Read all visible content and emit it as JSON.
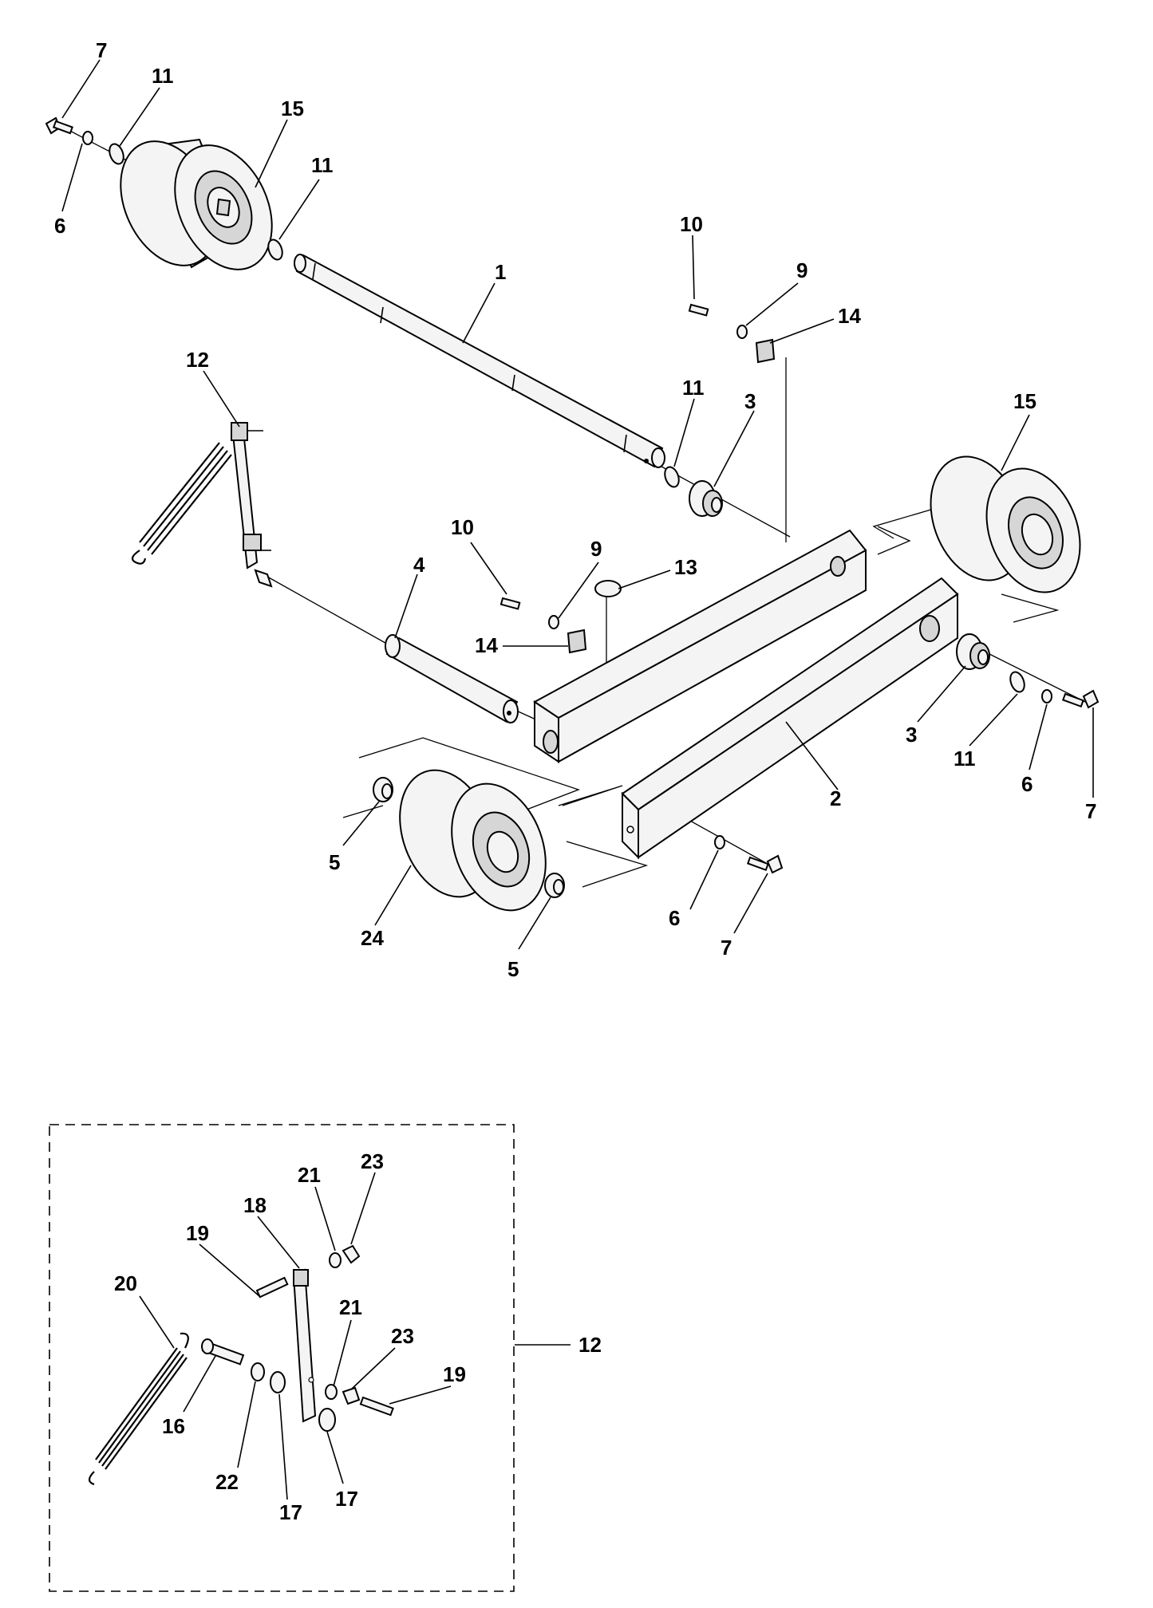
{
  "main_callouts": [
    {
      "id": "c-7a",
      "text": "7"
    },
    {
      "id": "c-11a",
      "text": "11"
    },
    {
      "id": "c-15a",
      "text": "15"
    },
    {
      "id": "c-6a",
      "text": "6"
    },
    {
      "id": "c-11b",
      "text": "11"
    },
    {
      "id": "c-1",
      "text": "1"
    },
    {
      "id": "c-10a",
      "text": "10"
    },
    {
      "id": "c-9a",
      "text": "9"
    },
    {
      "id": "c-14a",
      "text": "14"
    },
    {
      "id": "c-12a",
      "text": "12"
    },
    {
      "id": "c-11c",
      "text": "11"
    },
    {
      "id": "c-3a",
      "text": "3"
    },
    {
      "id": "c-15b",
      "text": "15"
    },
    {
      "id": "c-10b",
      "text": "10"
    },
    {
      "id": "c-9b",
      "text": "9"
    },
    {
      "id": "c-13",
      "text": "13"
    },
    {
      "id": "c-4",
      "text": "4"
    },
    {
      "id": "c-14b",
      "text": "14"
    },
    {
      "id": "c-3b",
      "text": "3"
    },
    {
      "id": "c-11d",
      "text": "11"
    },
    {
      "id": "c-6b",
      "text": "6"
    },
    {
      "id": "c-7b",
      "text": "7"
    },
    {
      "id": "c-2",
      "text": "2"
    },
    {
      "id": "c-5a",
      "text": "5"
    },
    {
      "id": "c-24",
      "text": "24"
    },
    {
      "id": "c-5b",
      "text": "5"
    },
    {
      "id": "c-6c",
      "text": "6"
    },
    {
      "id": "c-7c",
      "text": "7"
    }
  ],
  "detail_callouts": [
    {
      "id": "d-21a",
      "text": "21"
    },
    {
      "id": "d-23a",
      "text": "23"
    },
    {
      "id": "d-18",
      "text": "18"
    },
    {
      "id": "d-19a",
      "text": "19"
    },
    {
      "id": "d-20",
      "text": "20"
    },
    {
      "id": "d-21b",
      "text": "21"
    },
    {
      "id": "d-23b",
      "text": "23"
    },
    {
      "id": "d-19b",
      "text": "19"
    },
    {
      "id": "d-12",
      "text": "12"
    },
    {
      "id": "d-16",
      "text": "16"
    },
    {
      "id": "d-22",
      "text": "22"
    },
    {
      "id": "d-17a",
      "text": "17"
    },
    {
      "id": "d-17b",
      "text": "17"
    }
  ]
}
